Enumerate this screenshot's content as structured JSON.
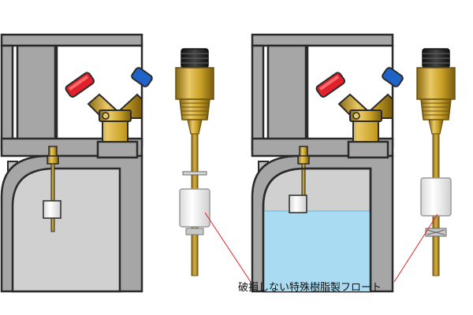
{
  "caption": "破損しない特殊樹脂製フロート",
  "colors": {
    "outline": "#2a2a2a",
    "tank_gray": "#a6a6a6",
    "tank_inner": "#c9c9c9",
    "brass": "#c9a227",
    "brass_dark": "#8a6a12",
    "valve_red": "#e0202a",
    "valve_blue": "#1f63c8",
    "water": "#a9dcf2",
    "float_white": "#f6f6f6",
    "leader_line": "#e02020"
  },
  "panels": [
    {
      "name": "empty-tank",
      "water": false
    },
    {
      "name": "filled-tank",
      "water": true
    }
  ]
}
